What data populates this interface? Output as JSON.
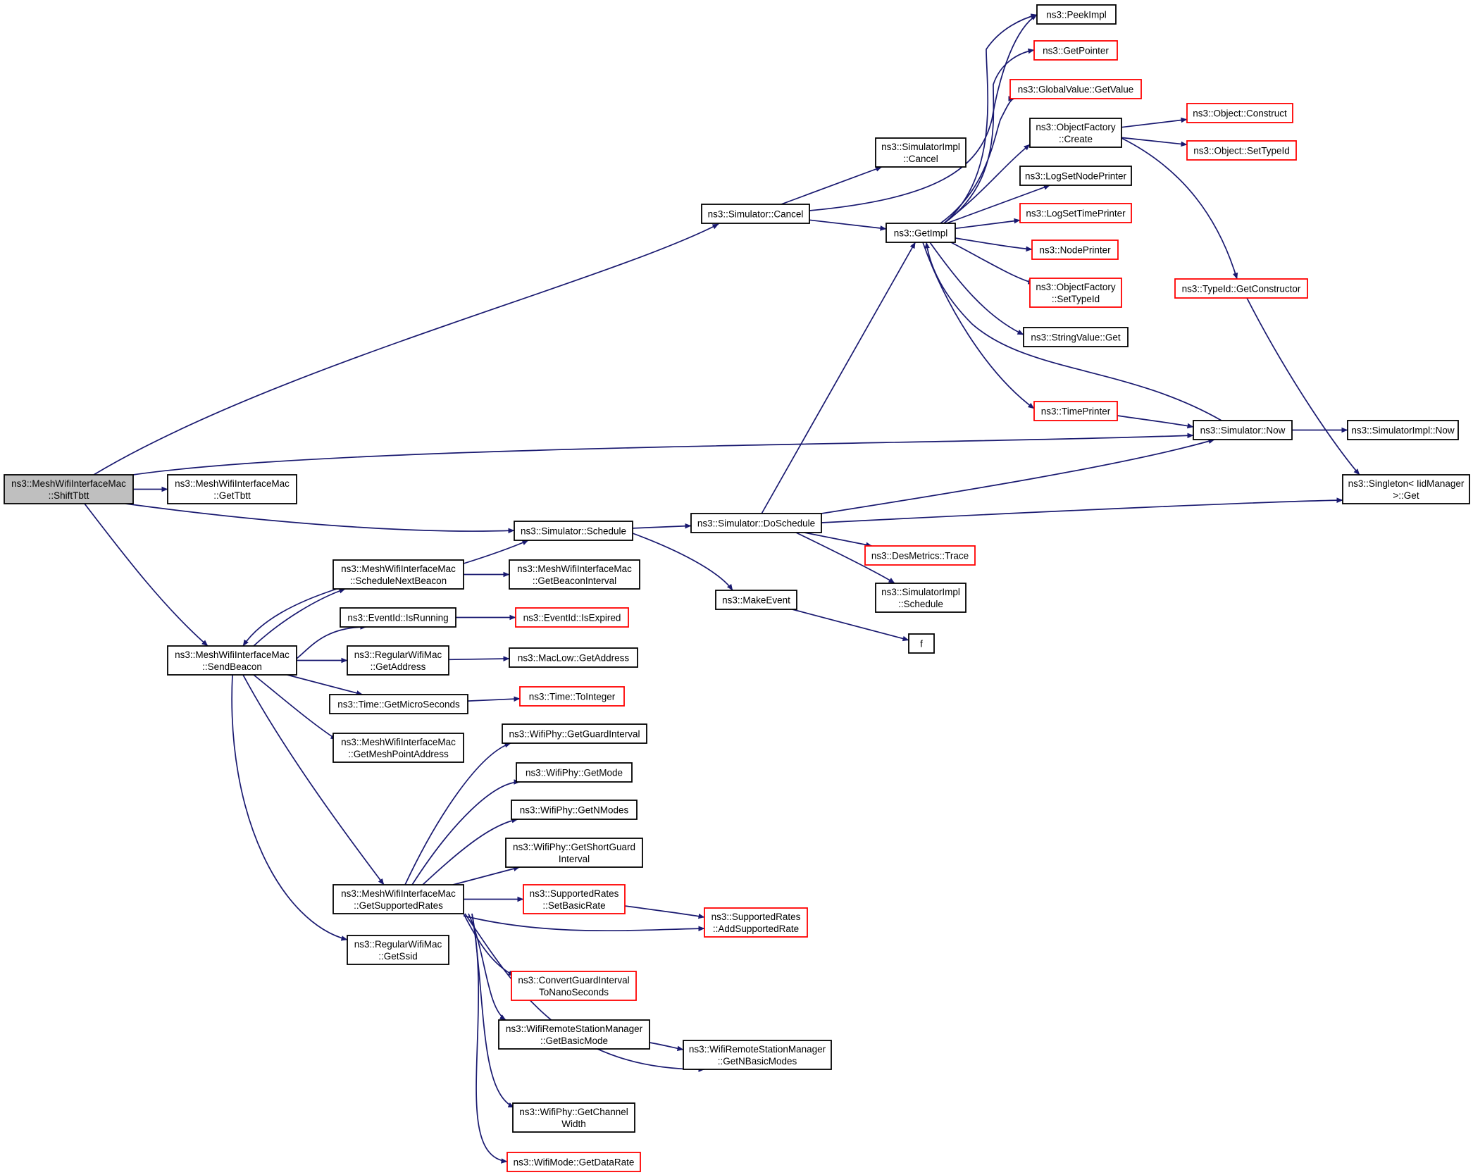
{
  "nodes": [
    {
      "id": "shift_tbtt",
      "lines": [
        "ns3::MeshWifiInterfaceMac",
        "::ShiftTbtt"
      ],
      "style": "root"
    },
    {
      "id": "get_tbtt",
      "lines": [
        "ns3::MeshWifiInterfaceMac",
        "::GetTbtt"
      ],
      "style": "normal"
    },
    {
      "id": "send_beacon",
      "lines": [
        "ns3::MeshWifiInterfaceMac",
        "::SendBeacon"
      ],
      "style": "normal"
    },
    {
      "id": "sim_cancel",
      "lines": [
        "ns3::Simulator::Cancel"
      ],
      "style": "normal"
    },
    {
      "id": "simimpl_cancel",
      "lines": [
        "ns3::SimulatorImpl",
        "::Cancel"
      ],
      "style": "normal"
    },
    {
      "id": "get_impl",
      "lines": [
        "ns3::GetImpl"
      ],
      "style": "normal"
    },
    {
      "id": "peek_impl",
      "lines": [
        "ns3::PeekImpl"
      ],
      "style": "normal"
    },
    {
      "id": "get_pointer",
      "lines": [
        "ns3::GetPointer"
      ],
      "style": "red"
    },
    {
      "id": "gv_getvalue",
      "lines": [
        "ns3::GlobalValue::GetValue"
      ],
      "style": "red"
    },
    {
      "id": "of_create",
      "lines": [
        "ns3::ObjectFactory",
        "::Create"
      ],
      "style": "normal"
    },
    {
      "id": "obj_construct",
      "lines": [
        "ns3::Object::Construct"
      ],
      "style": "red"
    },
    {
      "id": "obj_settypeid",
      "lines": [
        "ns3::Object::SetTypeId"
      ],
      "style": "red"
    },
    {
      "id": "log_node_printer",
      "lines": [
        "ns3::LogSetNodePrinter"
      ],
      "style": "normal"
    },
    {
      "id": "log_time_printer",
      "lines": [
        "ns3::LogSetTimePrinter"
      ],
      "style": "red"
    },
    {
      "id": "node_printer",
      "lines": [
        "ns3::NodePrinter"
      ],
      "style": "red"
    },
    {
      "id": "of_settypeid",
      "lines": [
        "ns3::ObjectFactory",
        "::SetTypeId"
      ],
      "style": "red"
    },
    {
      "id": "typeid_getctor",
      "lines": [
        "ns3::TypeId::GetConstructor"
      ],
      "style": "red"
    },
    {
      "id": "stringvalue_get",
      "lines": [
        "ns3::StringValue::Get"
      ],
      "style": "normal"
    },
    {
      "id": "time_printer",
      "lines": [
        "ns3::TimePrinter"
      ],
      "style": "red"
    },
    {
      "id": "sim_now",
      "lines": [
        "ns3::Simulator::Now"
      ],
      "style": "normal"
    },
    {
      "id": "simimpl_now",
      "lines": [
        "ns3::SimulatorImpl::Now"
      ],
      "style": "normal"
    },
    {
      "id": "singleton_get",
      "lines": [
        "ns3::Singleton< IidManager",
        ">::Get"
      ],
      "style": "normal"
    },
    {
      "id": "sim_schedule",
      "lines": [
        "ns3::Simulator::Schedule"
      ],
      "style": "normal"
    },
    {
      "id": "sim_doschedule",
      "lines": [
        "ns3::Simulator::DoSchedule"
      ],
      "style": "normal"
    },
    {
      "id": "des_trace",
      "lines": [
        "ns3::DesMetrics::Trace"
      ],
      "style": "red"
    },
    {
      "id": "simimpl_schedule",
      "lines": [
        "ns3::SimulatorImpl",
        "::Schedule"
      ],
      "style": "normal"
    },
    {
      "id": "make_event",
      "lines": [
        "ns3::MakeEvent"
      ],
      "style": "normal"
    },
    {
      "id": "f",
      "lines": [
        "f"
      ],
      "style": "normal"
    },
    {
      "id": "sched_next_beacon",
      "lines": [
        "ns3::MeshWifiInterfaceMac",
        "::ScheduleNextBeacon"
      ],
      "style": "normal"
    },
    {
      "id": "get_beacon_interval",
      "lines": [
        "ns3::MeshWifiInterfaceMac",
        "::GetBeaconInterval"
      ],
      "style": "normal"
    },
    {
      "id": "eventid_isrunning",
      "lines": [
        "ns3::EventId::IsRunning"
      ],
      "style": "normal"
    },
    {
      "id": "eventid_isexpired",
      "lines": [
        "ns3::EventId::IsExpired"
      ],
      "style": "red"
    },
    {
      "id": "rwm_getaddress",
      "lines": [
        "ns3::RegularWifiMac",
        "::GetAddress"
      ],
      "style": "normal"
    },
    {
      "id": "maclow_getaddress",
      "lines": [
        "ns3::MacLow::GetAddress"
      ],
      "style": "normal"
    },
    {
      "id": "time_getmicro",
      "lines": [
        "ns3::Time::GetMicroSeconds"
      ],
      "style": "normal"
    },
    {
      "id": "time_tointeger",
      "lines": [
        "ns3::Time::ToInteger"
      ],
      "style": "red"
    },
    {
      "id": "get_meshpoint",
      "lines": [
        "ns3::MeshWifiInterfaceMac",
        "::GetMeshPointAddress"
      ],
      "style": "normal"
    },
    {
      "id": "get_supported_rates",
      "lines": [
        "ns3::MeshWifiInterfaceMac",
        "::GetSupportedRates"
      ],
      "style": "normal"
    },
    {
      "id": "rwm_getssid",
      "lines": [
        "ns3::RegularWifiMac",
        "::GetSsid"
      ],
      "style": "normal"
    },
    {
      "id": "phy_guard",
      "lines": [
        "ns3::WifiPhy::GetGuardInterval"
      ],
      "style": "normal"
    },
    {
      "id": "phy_getmode",
      "lines": [
        "ns3::WifiPhy::GetMode"
      ],
      "style": "normal"
    },
    {
      "id": "phy_getnmodes",
      "lines": [
        "ns3::WifiPhy::GetNModes"
      ],
      "style": "normal"
    },
    {
      "id": "phy_shortguard",
      "lines": [
        "ns3::WifiPhy::GetShortGuard",
        "Interval"
      ],
      "style": "normal"
    },
    {
      "id": "sr_setbasic",
      "lines": [
        "ns3::SupportedRates",
        "::SetBasicRate"
      ],
      "style": "red"
    },
    {
      "id": "sr_addsupported",
      "lines": [
        "ns3::SupportedRates",
        "::AddSupportedRate"
      ],
      "style": "red"
    },
    {
      "id": "convert_guard",
      "lines": [
        "ns3::ConvertGuardInterval",
        "ToNanoSeconds"
      ],
      "style": "red"
    },
    {
      "id": "wrsm_getbasicmode",
      "lines": [
        "ns3::WifiRemoteStationManager",
        "::GetBasicMode"
      ],
      "style": "normal"
    },
    {
      "id": "wrsm_getnbasic",
      "lines": [
        "ns3::WifiRemoteStationManager",
        "::GetNBasicModes"
      ],
      "style": "normal"
    },
    {
      "id": "phy_channelwidth",
      "lines": [
        "ns3::WifiPhy::GetChannel",
        "Width"
      ],
      "style": "normal"
    },
    {
      "id": "wifimode_datarate",
      "lines": [
        "ns3::WifiMode::GetDataRate"
      ],
      "style": "red"
    }
  ],
  "edges": [
    [
      "shift_tbtt",
      "get_tbtt"
    ],
    [
      "shift_tbtt",
      "sim_cancel"
    ],
    [
      "shift_tbtt",
      "sim_now"
    ],
    [
      "shift_tbtt",
      "sim_schedule"
    ],
    [
      "shift_tbtt",
      "send_beacon"
    ],
    [
      "sim_cancel",
      "simimpl_cancel"
    ],
    [
      "sim_cancel",
      "get_impl"
    ],
    [
      "sim_cancel",
      "peek_impl"
    ],
    [
      "get_impl",
      "peek_impl"
    ],
    [
      "get_impl",
      "get_pointer"
    ],
    [
      "get_impl",
      "gv_getvalue"
    ],
    [
      "get_impl",
      "of_create"
    ],
    [
      "get_impl",
      "log_node_printer"
    ],
    [
      "get_impl",
      "log_time_printer"
    ],
    [
      "get_impl",
      "node_printer"
    ],
    [
      "get_impl",
      "of_settypeid"
    ],
    [
      "get_impl",
      "stringvalue_get"
    ],
    [
      "get_impl",
      "time_printer"
    ],
    [
      "of_create",
      "obj_construct"
    ],
    [
      "of_create",
      "obj_settypeid"
    ],
    [
      "of_create",
      "typeid_getctor"
    ],
    [
      "typeid_getctor",
      "singleton_get"
    ],
    [
      "time_printer",
      "sim_now"
    ],
    [
      "sim_now",
      "get_impl"
    ],
    [
      "sim_now",
      "simimpl_now"
    ],
    [
      "sim_schedule",
      "sim_doschedule"
    ],
    [
      "sim_schedule",
      "make_event"
    ],
    [
      "sim_doschedule",
      "get_impl"
    ],
    [
      "sim_doschedule",
      "sim_now"
    ],
    [
      "sim_doschedule",
      "singleton_get"
    ],
    [
      "sim_doschedule",
      "des_trace"
    ],
    [
      "sim_doschedule",
      "simimpl_schedule"
    ],
    [
      "make_event",
      "f"
    ],
    [
      "send_beacon",
      "sched_next_beacon"
    ],
    [
      "send_beacon",
      "eventid_isrunning"
    ],
    [
      "send_beacon",
      "rwm_getaddress"
    ],
    [
      "send_beacon",
      "time_getmicro"
    ],
    [
      "send_beacon",
      "get_meshpoint"
    ],
    [
      "send_beacon",
      "get_supported_rates"
    ],
    [
      "send_beacon",
      "rwm_getssid"
    ],
    [
      "sched_next_beacon",
      "sim_schedule"
    ],
    [
      "sched_next_beacon",
      "get_beacon_interval"
    ],
    [
      "sched_next_beacon",
      "send_beacon"
    ],
    [
      "eventid_isrunning",
      "eventid_isexpired"
    ],
    [
      "rwm_getaddress",
      "maclow_getaddress"
    ],
    [
      "time_getmicro",
      "time_tointeger"
    ],
    [
      "get_supported_rates",
      "phy_guard"
    ],
    [
      "get_supported_rates",
      "phy_getmode"
    ],
    [
      "get_supported_rates",
      "phy_getnmodes"
    ],
    [
      "get_supported_rates",
      "phy_shortguard"
    ],
    [
      "get_supported_rates",
      "sr_setbasic"
    ],
    [
      "get_supported_rates",
      "sr_addsupported"
    ],
    [
      "get_supported_rates",
      "convert_guard"
    ],
    [
      "get_supported_rates",
      "wrsm_getbasicmode"
    ],
    [
      "get_supported_rates",
      "wrsm_getnbasic"
    ],
    [
      "get_supported_rates",
      "phy_channelwidth"
    ],
    [
      "get_supported_rates",
      "wifimode_datarate"
    ],
    [
      "sr_setbasic",
      "sr_addsupported"
    ],
    [
      "wrsm_getbasicmode",
      "wrsm_getnbasic"
    ]
  ]
}
